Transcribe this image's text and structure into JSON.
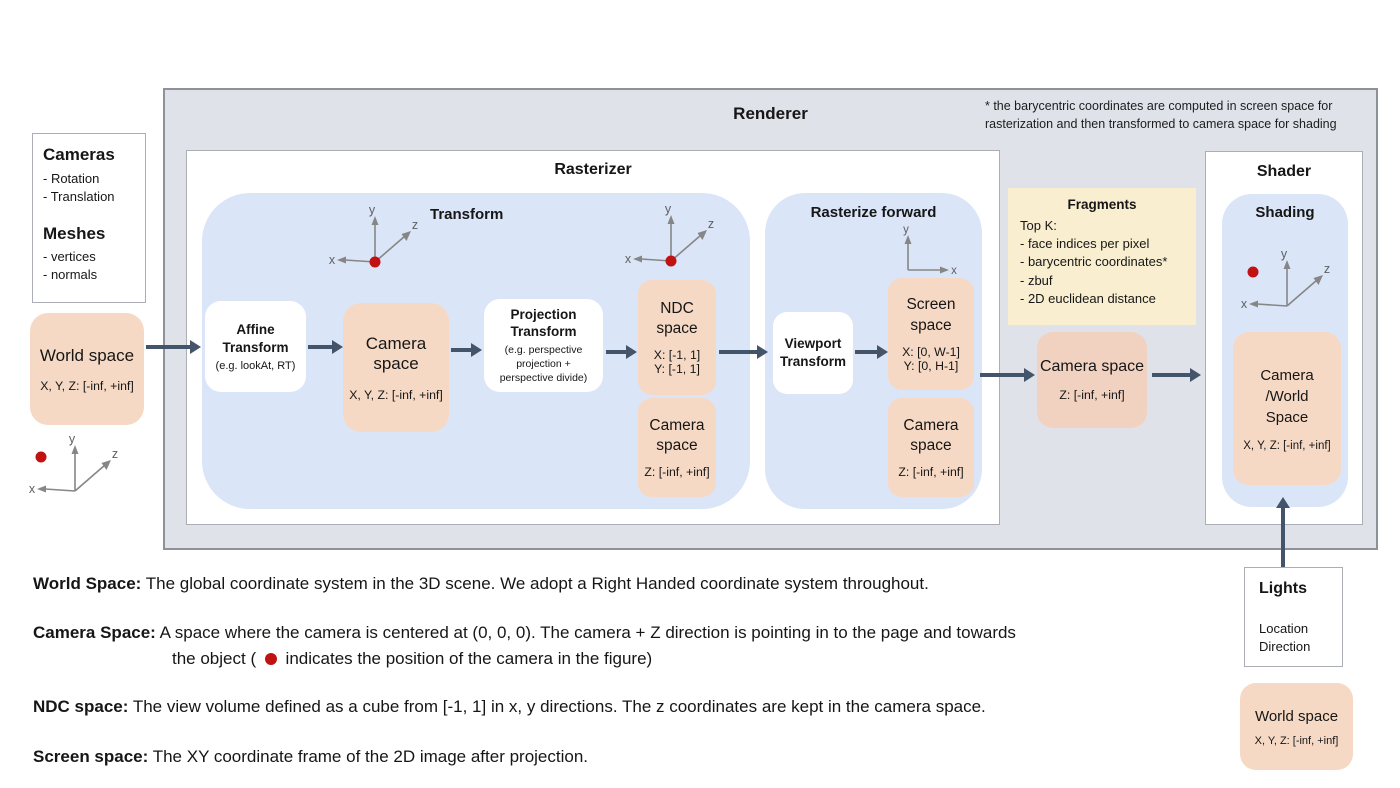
{
  "colors": {
    "renderer_bg": "#dfe2e9",
    "blue_panel": "#dbe5f8",
    "peach": "#f6d9c4",
    "peach_dark": "#f1d2c1",
    "yellow": "#f9efd0",
    "arrow": "#44546a",
    "red_dot": "#c11212"
  },
  "axes": {
    "x": "x",
    "y": "y",
    "z": "z"
  },
  "renderer": {
    "title": "Renderer",
    "note": "* the barycentric coordinates are computed in screen space for\nrasterization and then transformed to camera space for shading"
  },
  "cameras_panel": {
    "title": "Cameras",
    "items": [
      "- Rotation",
      "- Translation"
    ],
    "title2": "Meshes",
    "items2": [
      "- vertices",
      "- normals"
    ]
  },
  "world_space_left": {
    "title": "World space",
    "range": "X, Y, Z: [-inf, +inf]"
  },
  "rasterizer": {
    "title": "Rasterizer"
  },
  "transform_sec": {
    "title": "Transform",
    "affine_title": "Affine\nTransform",
    "affine_sub": "(e.g. lookAt, RT)",
    "camera_title": "Camera space",
    "camera_range": "X, Y, Z: [-inf, +inf]",
    "projection_title": "Projection\nTransform",
    "projection_sub": "(e.g. perspective\nprojection +\nperspective divide)",
    "ndc_title": "NDC\nspace",
    "ndc_range": "X: [-1, 1]\nY: [-1, 1]",
    "cameraz_title": "Camera\nspace",
    "cameraz_range": "Z: [-inf, +inf]"
  },
  "rforward_sec": {
    "title": "Rasterize forward",
    "viewport_title": "Viewport\nTransform",
    "screen_title": "Screen\nspace",
    "screen_range": "X: [0, W-1]\nY: [0, H-1]",
    "cameraz_title": "Camera\nspace",
    "cameraz_range": "Z: [-inf, +inf]"
  },
  "fragments": {
    "title": "Fragments",
    "lines": "Top K:\n- face indices per pixel\n- barycentric coordinates*\n- zbuf\n- 2D euclidean distance"
  },
  "camera_mid": {
    "title": "Camera space",
    "range": "Z: [-inf, +inf]"
  },
  "shader": {
    "title": "Shader",
    "shading_title": "Shading",
    "box_title": "Camera\n/World\nSpace",
    "box_range": "X, Y, Z: [-inf, +inf]"
  },
  "lights": {
    "title": "Lights",
    "lines": "Location\nDirection"
  },
  "world_space_br": {
    "title": "World space",
    "range": "X, Y, Z: [-inf, +inf]"
  },
  "definitions": {
    "world": {
      "label": "World Space:",
      "text": " The global coordinate system in the 3D scene. We adopt a Right Handed coordinate system throughout."
    },
    "camera": {
      "label": "Camera Space:",
      "text": " A space where the camera is centered at (0, 0, 0). The camera + Z direction is pointing in to the page and towards",
      "cont_pre": "the object ( ",
      "cont_post": " indicates the position of the camera in the figure)"
    },
    "ndc": {
      "label": "NDC space:",
      "text": " The view volume defined as a cube from [-1, 1] in x, y directions. The z coordinates are kept in the camera space."
    },
    "screen": {
      "label": "Screen space:",
      "text": " The XY coordinate frame of the 2D image after projection."
    }
  }
}
